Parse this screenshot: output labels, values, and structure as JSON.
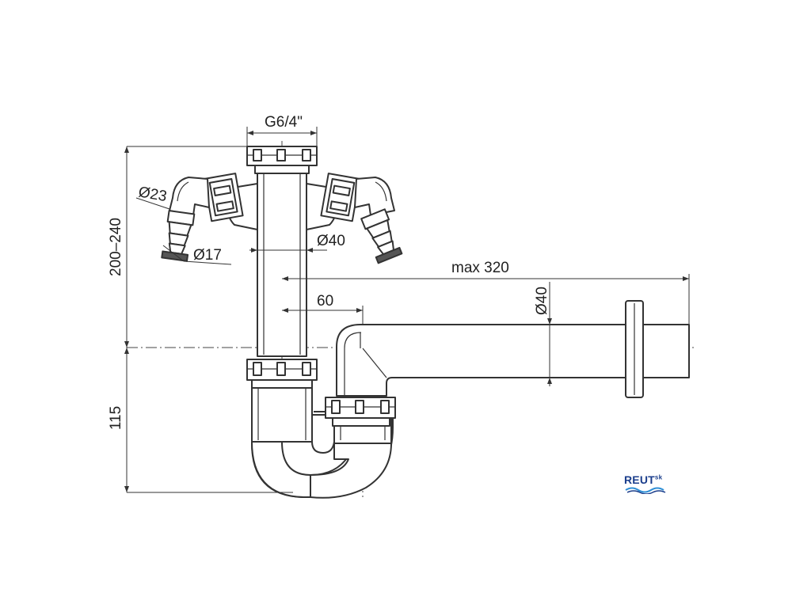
{
  "dimensions": {
    "thread": "G6/4\"",
    "height_range": "200–240",
    "lower_height": "115",
    "hose_outer": "Ø23",
    "hose_inner": "Ø17",
    "pipe_diameter": "Ø40",
    "max_length": "max 320",
    "offset": "60",
    "outlet_diameter": "Ø40"
  },
  "logo": {
    "name": "REUT",
    "suffix": "sk"
  },
  "colors": {
    "line": "#333333",
    "logo_blue": "#1b3e8c",
    "logo_wave": "#2f8fd6"
  }
}
